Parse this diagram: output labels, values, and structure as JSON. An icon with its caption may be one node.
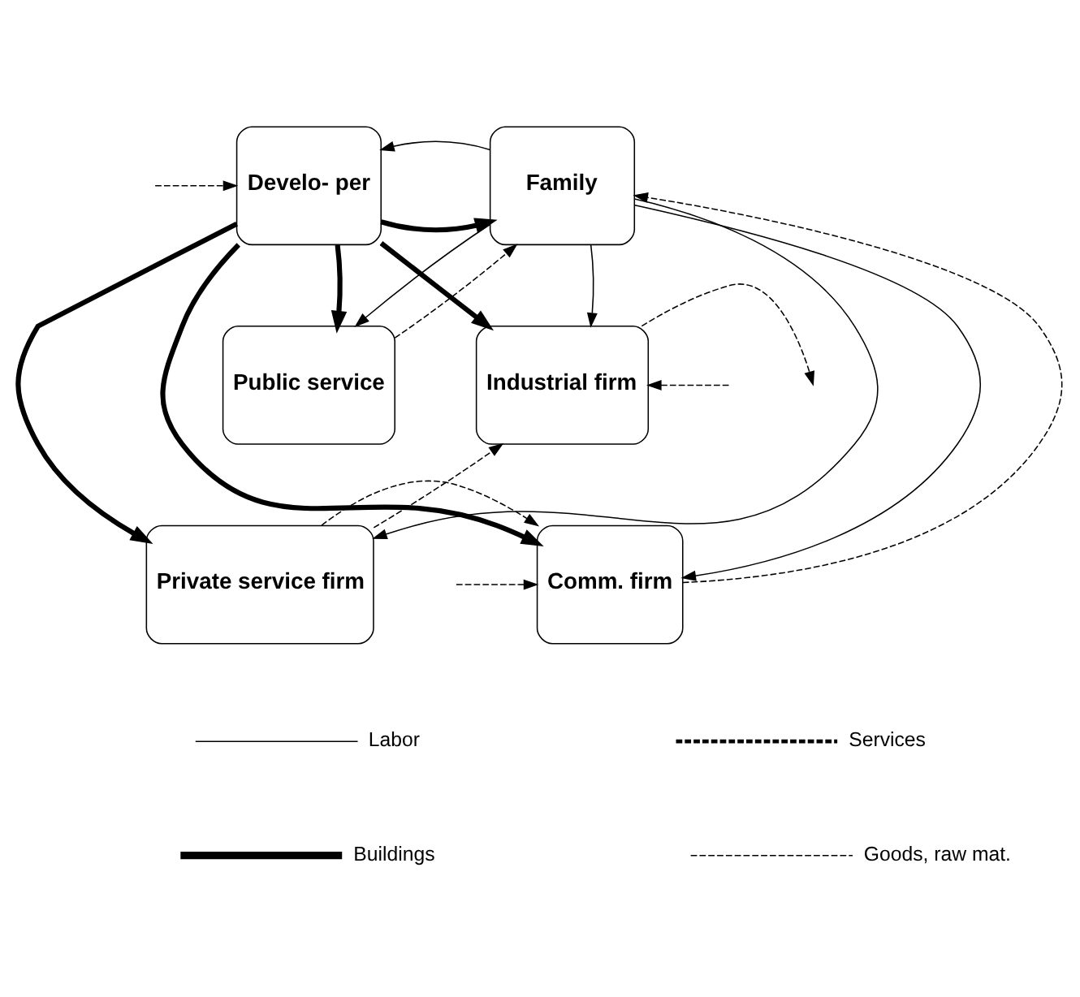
{
  "diagram": {
    "nodes": [
      {
        "text": [
          "Develo- per"
        ]
      },
      {
        "text": [
          "Family"
        ]
      },
      {
        "text": [
          "Public service"
        ]
      },
      {
        "text": [
          "Industrial firm"
        ]
      },
      {
        "text": [
          "Comm. firm"
        ]
      },
      {
        "text": [
          "Private service firm"
        ]
      }
    ],
    "edges": [
      {
        "from": null,
        "to": 0,
        "arrow": "to",
        "style": "dashed"
      },
      {
        "from": 0,
        "to": 1,
        "arrow": "to",
        "style": "thick"
      },
      {
        "from": 1,
        "to": 0,
        "arrow": "to"
      },
      {
        "from": 0,
        "to": 2,
        "arrow": "to",
        "style": "thick"
      },
      {
        "from": 1,
        "to": 3,
        "arrow": "to"
      },
      {
        "from": 2,
        "to": 1,
        "arrow": "to",
        "style": "dashed"
      },
      {
        "from": 1,
        "to": 2,
        "arrow": "to"
      },
      {
        "from": 0,
        "to": 3,
        "arrow": "to",
        "style": "thick"
      },
      {
        "from": 0,
        "to": 4,
        "arrow": "to",
        "style": "thick"
      },
      {
        "from": 0,
        "to": 5,
        "arrow": "to",
        "style": "thick"
      },
      {
        "from": 4,
        "to": 1,
        "arrow": "to",
        "style": "dashed"
      },
      {
        "from": 1,
        "to": 4,
        "arrow": "to"
      },
      {
        "from": 1,
        "to": 5,
        "arrow": "to"
      },
      {
        "from": 3,
        "to": null,
        "arrow": "to",
        "style": "dashed"
      },
      {
        "from": null,
        "to": 3,
        "arrow": "to",
        "style": "dashed"
      },
      {
        "from": 5,
        "to": 4,
        "arrow": "to",
        "style": "dashed"
      },
      {
        "from": 5,
        "to": 3,
        "arrow": "to",
        "style": "dashed"
      },
      {
        "from": null,
        "to": 4,
        "arrow": "to",
        "style": "dashed"
      }
    ],
    "legend": [
      {
        "text": "Labor"
      },
      {
        "text": "Services"
      },
      {
        "text": "Buildings"
      },
      {
        "text": "Goods, raw mat."
      }
    ]
  }
}
